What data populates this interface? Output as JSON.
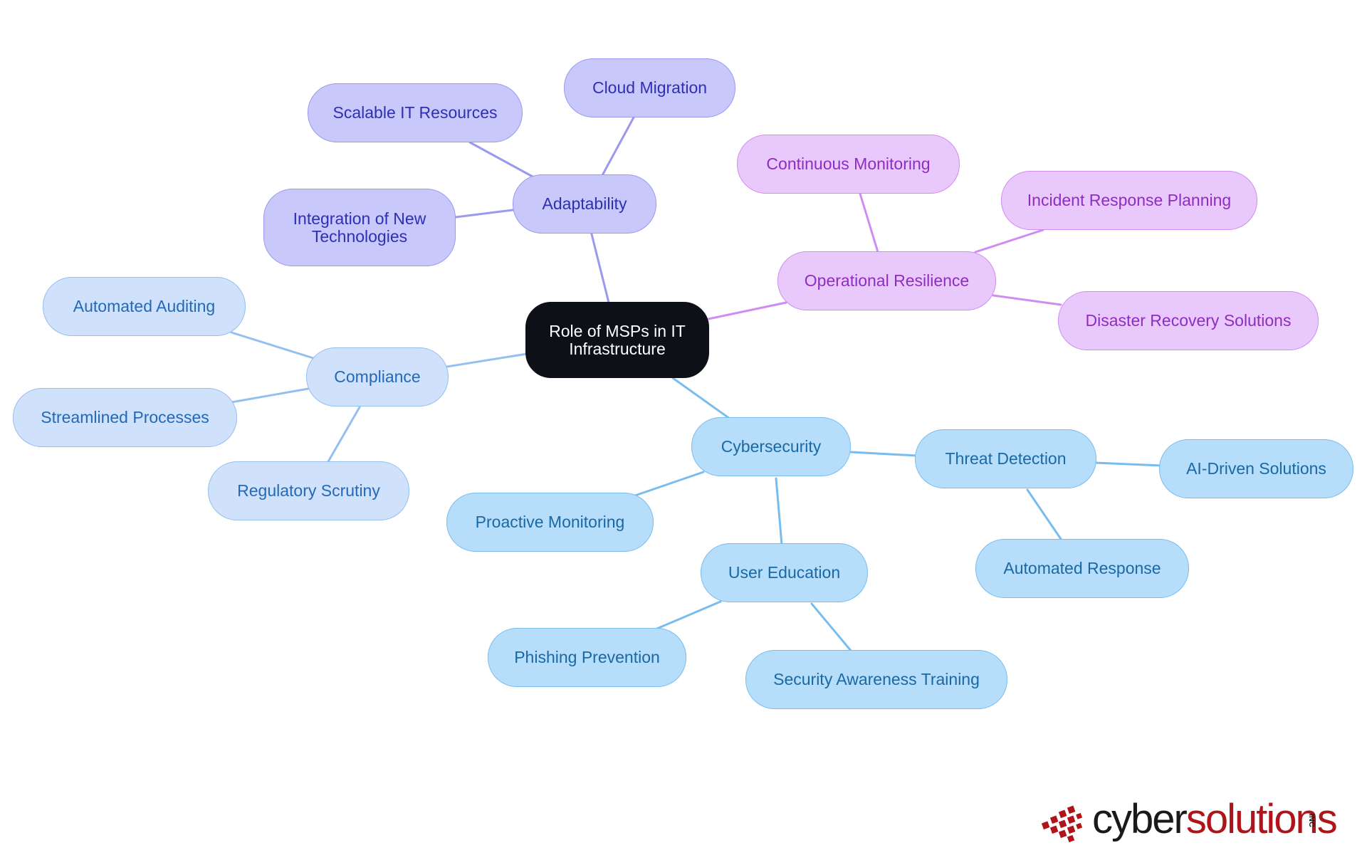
{
  "diagram": {
    "type": "mind-map",
    "root": {
      "label": "Role of MSPs in IT Infrastructure"
    },
    "branches": [
      {
        "label": "Adaptability",
        "color": "#9a98ef",
        "children": [
          "Cloud Migration",
          "Scalable IT Resources",
          "Integration of New Technologies"
        ]
      },
      {
        "label": "Operational Resilience",
        "color": "#cf8cf2",
        "children": [
          "Continuous Monitoring",
          "Incident Response Planning",
          "Disaster Recovery Solutions"
        ]
      },
      {
        "label": "Compliance",
        "color": "#94bff0",
        "children": [
          "Automated Auditing",
          "Streamlined Processes",
          "Regulatory Scrutiny"
        ]
      },
      {
        "label": "Cybersecurity",
        "color": "#79bdee",
        "children": [
          {
            "label": "Threat Detection",
            "children": [
              "AI-Driven Solutions",
              "Automated Response"
            ]
          },
          "Proactive Monitoring",
          {
            "label": "User Education",
            "children": [
              "Phishing Prevention",
              "Security Awareness Training"
            ]
          }
        ]
      }
    ]
  },
  "logo": {
    "text_dark": "cyber",
    "text_red": "solutions",
    "suffix": "INC",
    "colors": {
      "dark": "#1a1a1a",
      "red": "#b0141b"
    }
  }
}
